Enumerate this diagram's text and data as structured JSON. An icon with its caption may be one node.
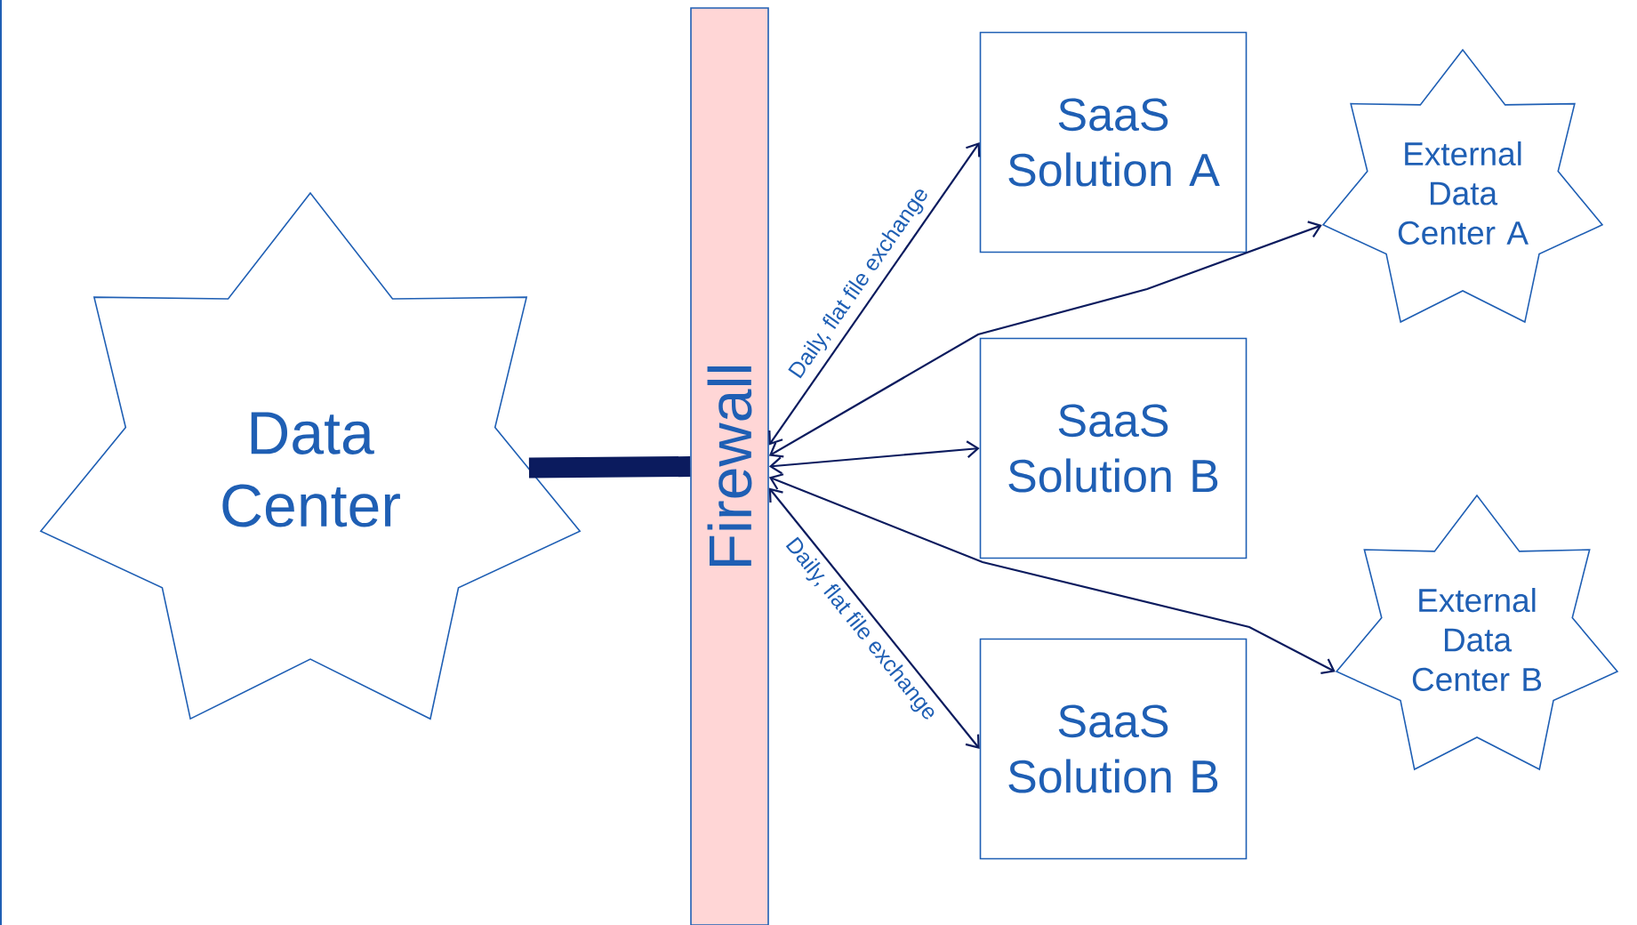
{
  "diagram": {
    "nodes": [
      {
        "text": [
          "Data Center"
        ]
      },
      {
        "text": [
          "Firewall"
        ]
      },
      {
        "text": [
          "SaaS Solution A"
        ]
      },
      {
        "text": [
          "SaaS Solution B"
        ]
      },
      {
        "text": [
          "SaaS Solution B"
        ]
      },
      {
        "text": [
          "External Data Center A"
        ]
      },
      {
        "text": [
          "External Data Center B"
        ]
      }
    ],
    "edges": [
      {
        "from": 0,
        "to": 1,
        "arrow": "none",
        "style": "thick"
      },
      {
        "from": 1,
        "to": 2,
        "arrow": "both",
        "label": "Daily, flat file exchange"
      },
      {
        "from": 1,
        "to": 5,
        "arrow": "both"
      },
      {
        "from": 1,
        "to": 3,
        "arrow": "both"
      },
      {
        "from": 1,
        "to": 6,
        "arrow": "both"
      },
      {
        "from": 1,
        "to": 4,
        "arrow": "both",
        "label": "Daily, flat file exchange"
      }
    ]
  }
}
